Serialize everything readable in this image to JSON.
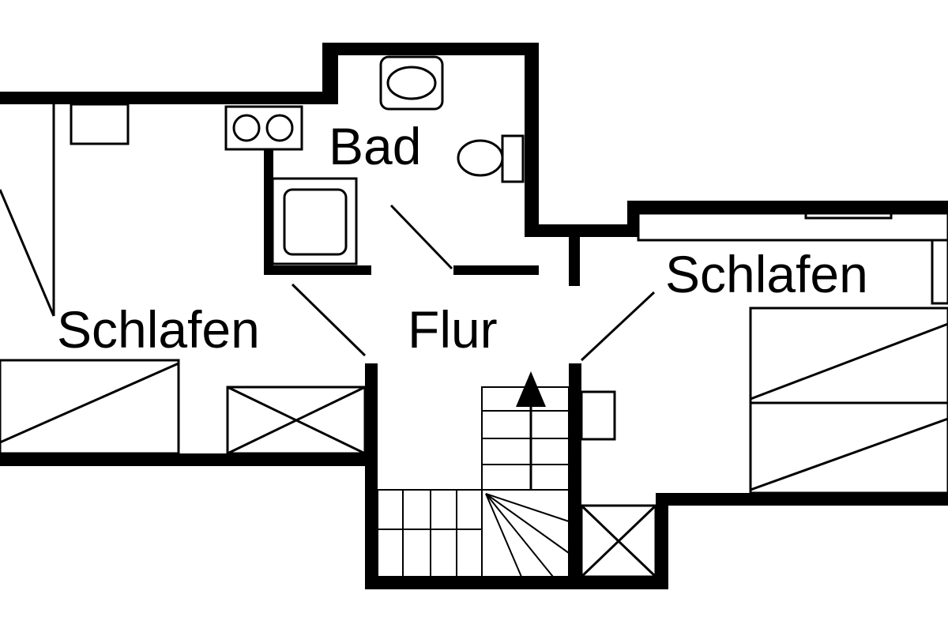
{
  "rooms": {
    "bath": "Bad",
    "bedroom_left": "Schlafen",
    "hallway": "Flur",
    "bedroom_right": "Schlafen"
  }
}
